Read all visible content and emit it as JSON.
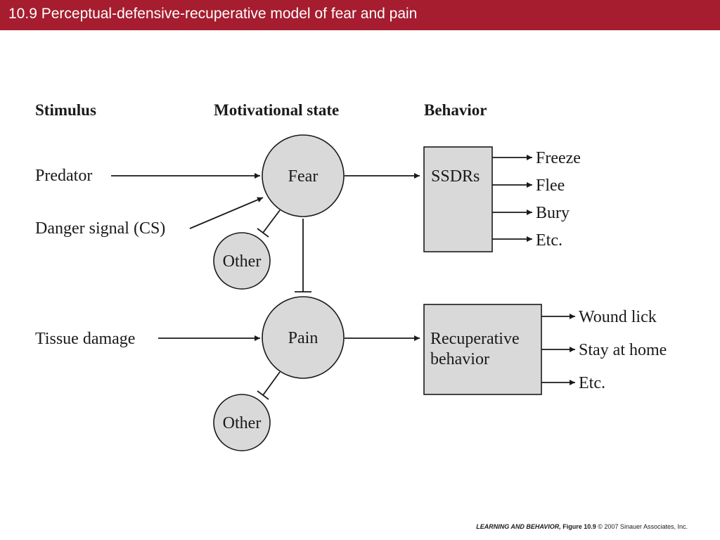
{
  "header": {
    "title": "10.9  Perceptual-defensive-recuperative model of fear and pain"
  },
  "columns": {
    "stimulus": "Stimulus",
    "motivational_state": "Motivational state",
    "behavior": "Behavior"
  },
  "stimuli": {
    "predator": "Predator",
    "danger_signal": "Danger signal (CS)",
    "tissue_damage": "Tissue damage"
  },
  "states": {
    "fear": "Fear",
    "pain": "Pain",
    "other_fear": "Other",
    "other_pain": "Other"
  },
  "behaviors": {
    "ssdrs": "SSDRs",
    "recuperative_line1": "Recuperative",
    "recuperative_line2": "behavior"
  },
  "outputs": {
    "ssdr": [
      "Freeze",
      "Flee",
      "Bury",
      "Etc."
    ],
    "recuperative": [
      "Wound lick",
      "Stay at home",
      "Etc."
    ]
  },
  "footer": {
    "book": "LEARNING AND BEHAVIOR,",
    "figure": "Figure 10.9",
    "copyright": "© 2007 Sinauer Associates, Inc."
  }
}
